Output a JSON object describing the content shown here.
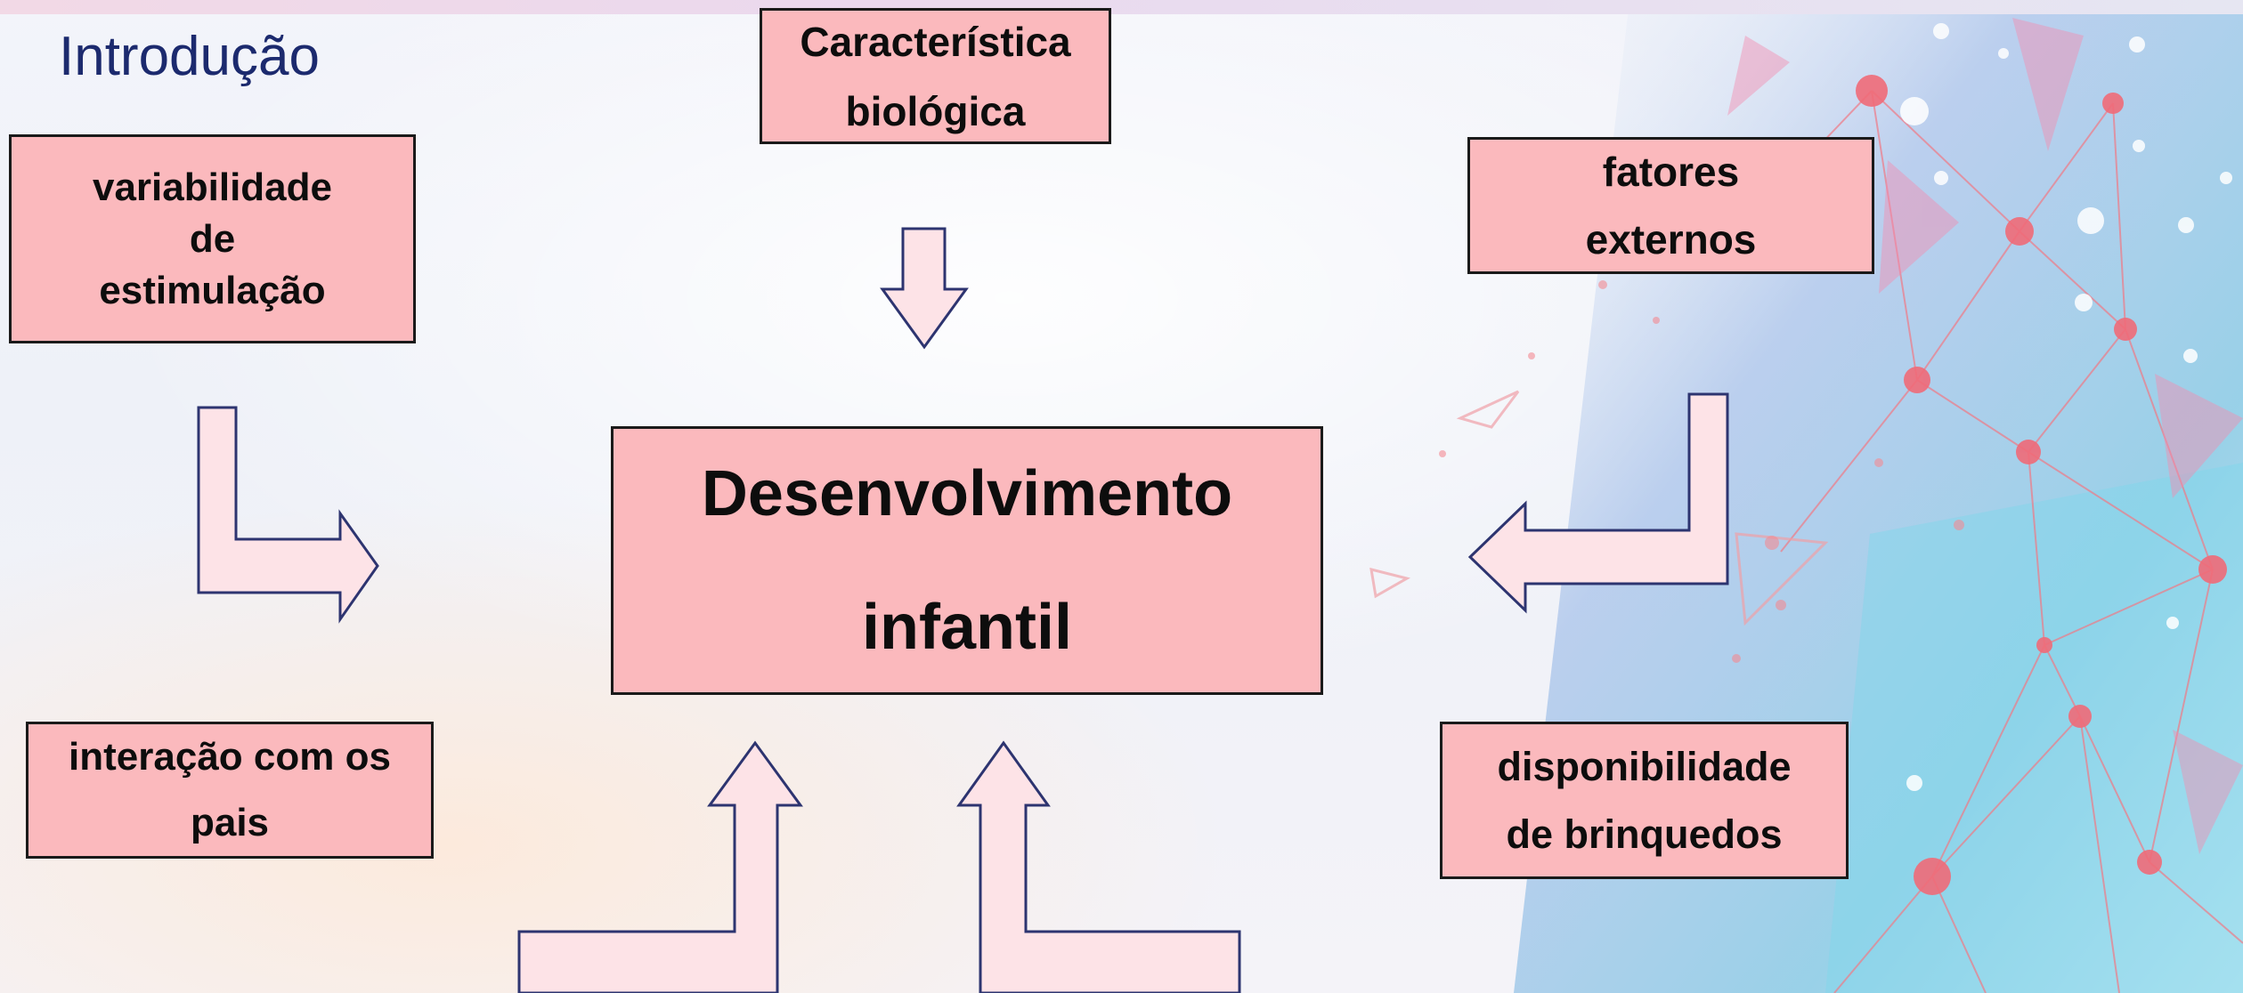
{
  "slide": {
    "title": "Introdução"
  },
  "boxes": {
    "variabilidade": "variabilidade\nde\nestimulação",
    "caracteristica": "Característica\nbiológica",
    "fatores": "fatores\nexternos",
    "central": "Desenvolvimento\ninfantil",
    "interacao": "interação com  os\npais",
    "disponibilidade": "disponibilidade\nde  brinquedos"
  },
  "colors": {
    "box_fill": "#fbb9bd",
    "box_border": "#1a1a1a",
    "arrow_fill": "#fde3e7",
    "arrow_stroke": "#2d3470",
    "title": "#1c2a6e"
  }
}
